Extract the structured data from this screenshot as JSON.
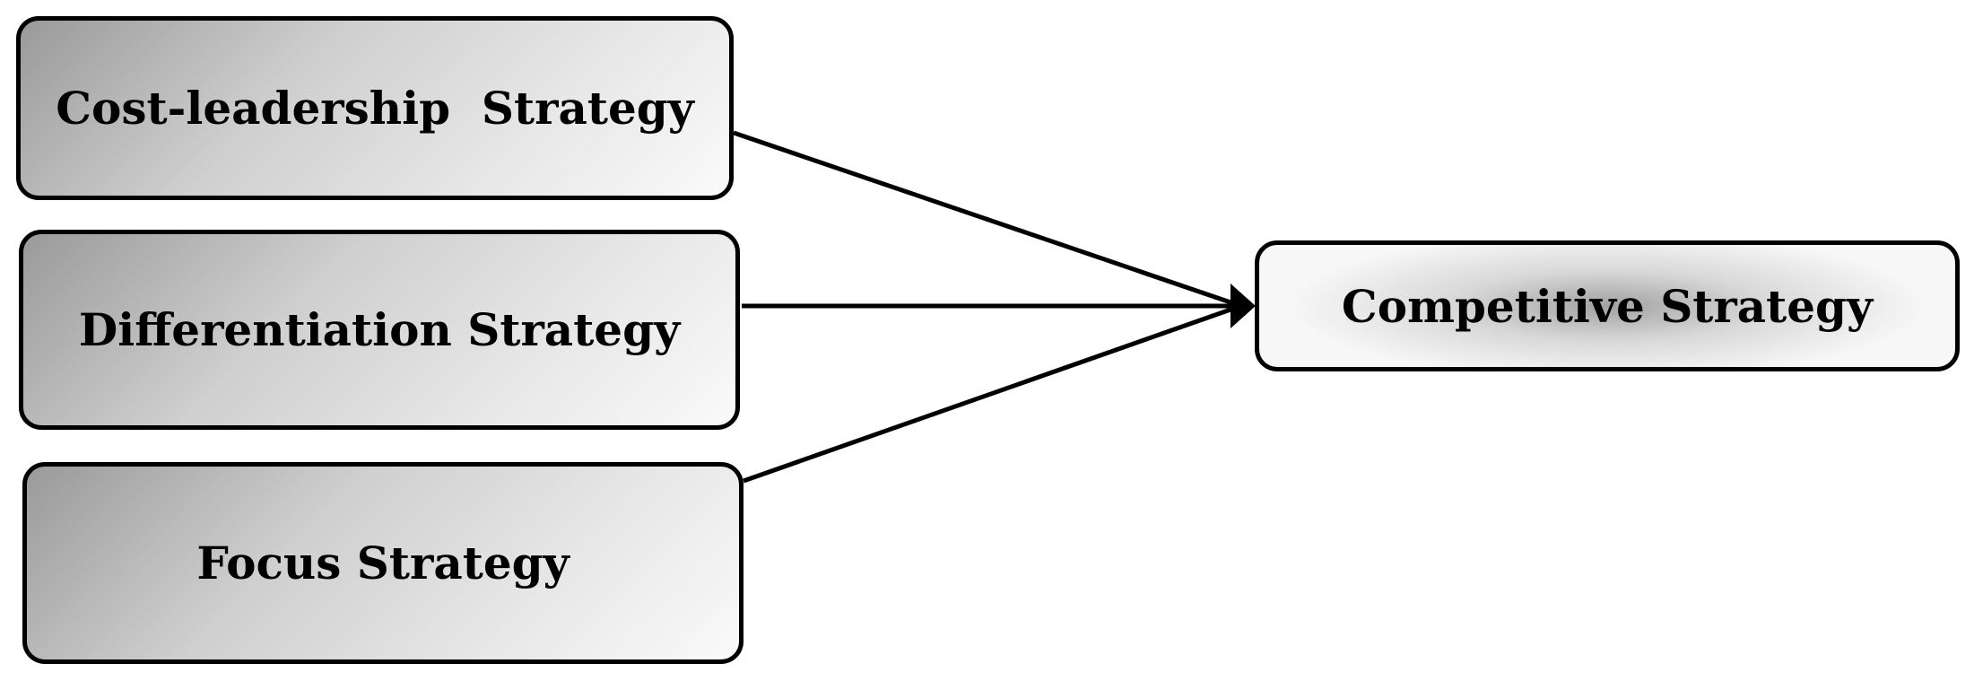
{
  "diagram": {
    "nodes": [
      {
        "id": "cost",
        "label": "Cost-leadership  Strategy"
      },
      {
        "id": "differentiation",
        "label": "Differentiation Strategy"
      },
      {
        "id": "focus",
        "label": "Focus Strategy"
      },
      {
        "id": "competitive",
        "label": "Competitive Strategy"
      }
    ],
    "edges": [
      {
        "from": "cost",
        "to": "competitive"
      },
      {
        "from": "differentiation",
        "to": "competitive"
      },
      {
        "from": "focus",
        "to": "competitive"
      }
    ],
    "colors": {
      "stroke": "#000000",
      "fill_dark": "#9a9a9a",
      "fill_light": "#fafafa"
    }
  }
}
